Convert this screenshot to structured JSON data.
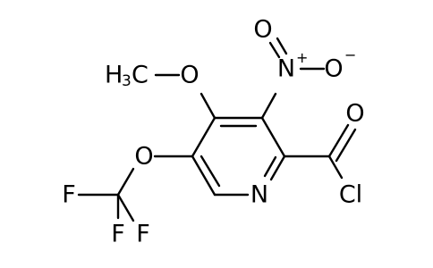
{
  "structure": {
    "atoms": {
      "n_ring": "N",
      "o_methoxy": "O",
      "methyl_c": "C",
      "methyl_h": "H",
      "methyl_count": "3",
      "n_nitro": "N",
      "nitro_plus": "+",
      "o_nitro_top": "O",
      "o_nitro_right": "O",
      "nitro_minus": "−",
      "o_carbonyl": "O",
      "cl": "Cl",
      "o_ether": "O",
      "f_top": "F",
      "f_left": "F",
      "f_right": "F"
    }
  }
}
